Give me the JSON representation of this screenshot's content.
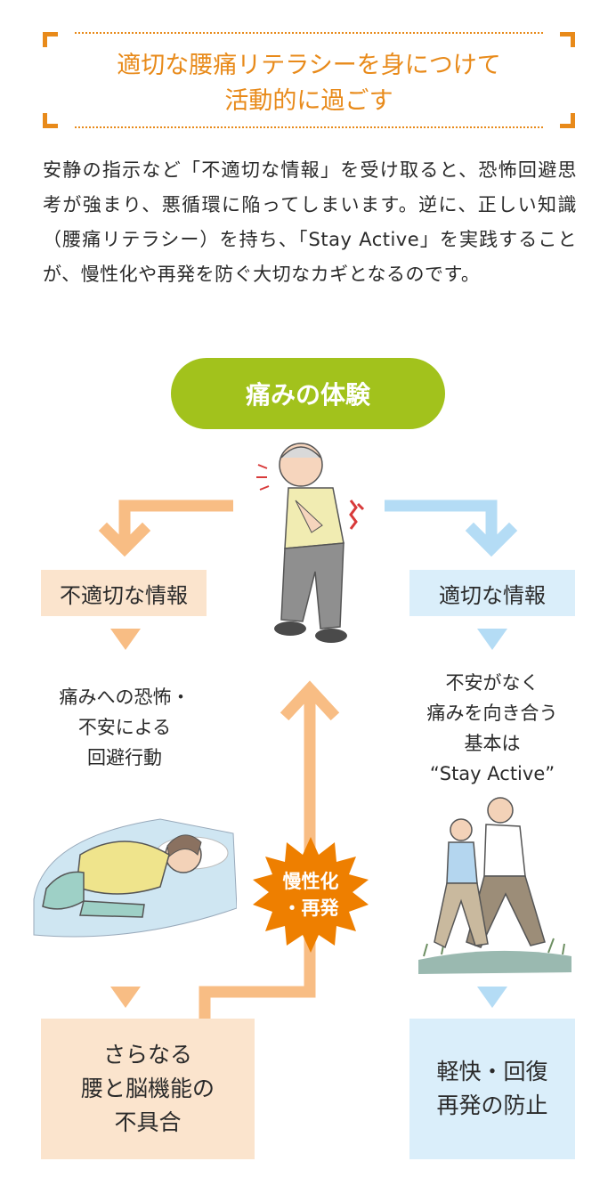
{
  "title": {
    "line1": "適切な腰痛リテラシーを身につけて",
    "line2": "活動的に過ごす"
  },
  "intro": "安静の指示など「不適切な情報」を受け取ると、恐怖回避思考が強まり、悪循環に陥ってしまいます。逆に、正しい知識（腰痛リテラシー）を持ち、「Stay Active」を実践することが、慢性化や再発を防ぐ大切なカギとなるのです。",
  "diagram": {
    "start": "痛みの体験",
    "bad_info": "不適切な情報",
    "good_info": "適切な情報",
    "bad_caption": [
      "痛みへの恐怖・",
      "不安による",
      "回避行動"
    ],
    "good_caption": [
      "不安がなく",
      "痛みを向き合う",
      "基本は",
      "“Stay Active”"
    ],
    "burst": [
      "慢性化",
      "・再発"
    ],
    "bad_result": [
      "さらなる",
      "腰と脳機能の",
      "不具合"
    ],
    "good_result": [
      "軽快・回復",
      "再発の防止"
    ]
  },
  "colors": {
    "accent_orange": "#e88a1a",
    "pill_green": "#a2c21c",
    "bad_arrow": "#f8bd84",
    "bad_fill": "#fbe4cd",
    "good_arrow": "#b4dcf5",
    "good_fill": "#daeefa",
    "burst": "#ee7f00"
  },
  "illustrations": [
    "man-in-pain-illustration",
    "woman-lying-down-illustration",
    "couple-walking-illustration"
  ]
}
